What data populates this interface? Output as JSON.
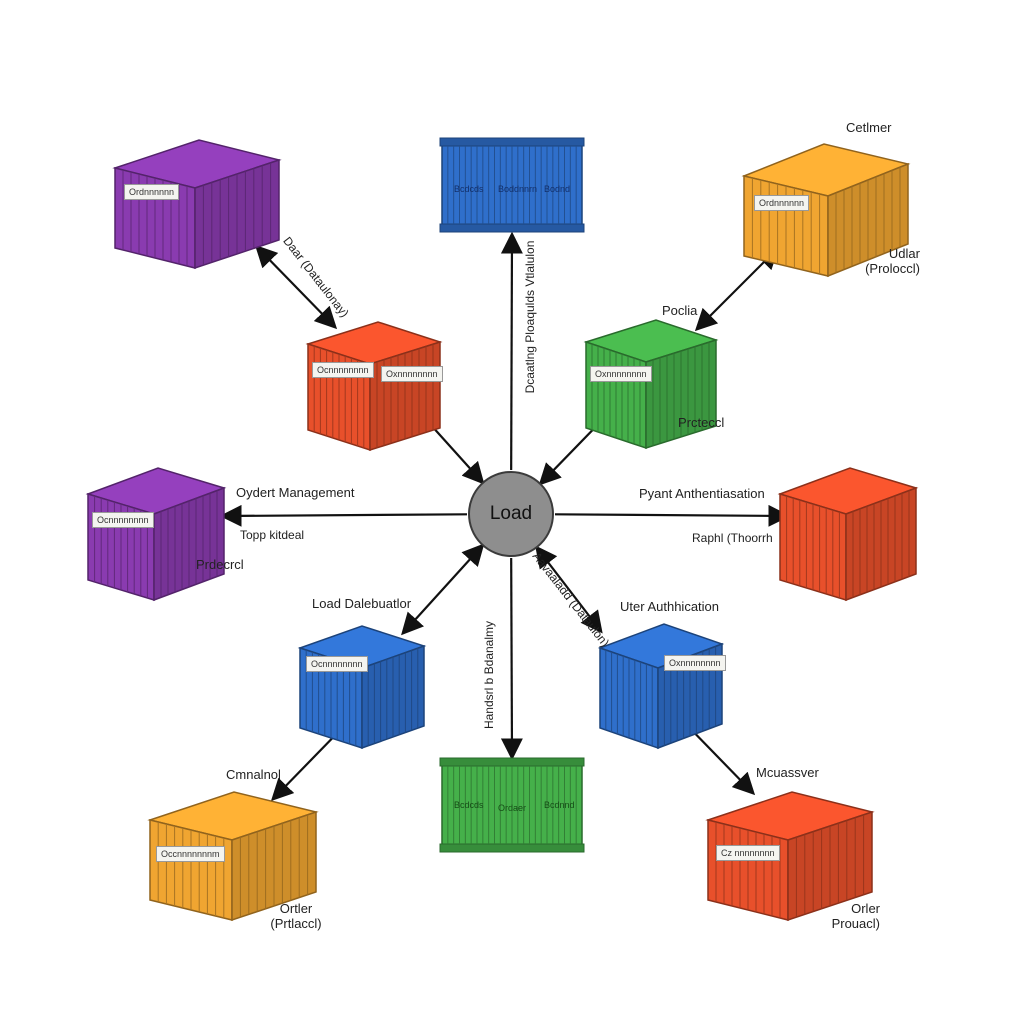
{
  "hub": {
    "label": "Load"
  },
  "colors": {
    "purple": "#8a3bb0",
    "blue": "#2f6fcb",
    "orange": "#f0a531",
    "red": "#e8502b",
    "green": "#45b04a",
    "hub": "#8e8e8e"
  },
  "containers": [
    {
      "id": "purple-top-left",
      "color": "purple",
      "tags": [
        "Ordnnnnnn"
      ],
      "labels": []
    },
    {
      "id": "blue-top-center",
      "color": "blue",
      "tags": [
        "Bcdcds",
        "Boddnnrn",
        "Bodnd"
      ],
      "labels": []
    },
    {
      "id": "orange-top-right",
      "color": "orange",
      "tags": [
        "Ordnnnnnn"
      ],
      "labels": [
        "Cetlmer",
        "Udlar\n(Proloccl)"
      ]
    },
    {
      "id": "red-upper-left",
      "color": "red",
      "tags": [
        "Ocnnnnnnnn",
        "Oxnnnnnnnn"
      ],
      "labels": []
    },
    {
      "id": "green-upper-right",
      "color": "green",
      "tags": [
        "Oxnnnnnnnn"
      ],
      "labels": [
        "Poclia",
        "Prcteccl"
      ]
    },
    {
      "id": "purple-left",
      "color": "purple",
      "tags": [
        "Ocnnnnnnnn"
      ],
      "labels": [
        "Oydert Management",
        "Topp kitdeal",
        "Prdecrcl"
      ]
    },
    {
      "id": "red-right",
      "color": "red",
      "tags": [],
      "labels": [
        "Pyant Anthentiasation",
        "Raphl (Thoorrh"
      ]
    },
    {
      "id": "blue-lower-left",
      "color": "blue",
      "tags": [
        "Ocnnnnnnnn"
      ],
      "labels": [
        "Load Dalebuatlor"
      ]
    },
    {
      "id": "blue-lower-right",
      "color": "blue",
      "tags": [
        "Oxnnnnnnnn"
      ],
      "labels": [
        "Uter Authhication"
      ]
    },
    {
      "id": "green-bottom-center",
      "color": "green",
      "tags": [
        "Bcdcds",
        "Ordaer",
        "Bcdnnd"
      ],
      "labels": []
    },
    {
      "id": "orange-bottom-left",
      "color": "orange",
      "tags": [
        "Occnnnnnnnm"
      ],
      "labels": [
        "Cmnalnol",
        "Ortler\n(Prtlaccl)"
      ]
    },
    {
      "id": "red-bottom-right",
      "color": "red",
      "tags": [
        "Cz nnnnnnnn"
      ],
      "labels": [
        "Mcuassver",
        "Orler\nProuacl)"
      ]
    }
  ],
  "edge_labels": {
    "top_vertical": "Dcaatlng Ploaqulds Vtlalulon",
    "upper_left_diag": "Daar (Dataulonay)",
    "bottom_vertical": "Handsrl b Bdanalmy",
    "lower_right_diag": "Aavaaladd (Dataulon)"
  }
}
